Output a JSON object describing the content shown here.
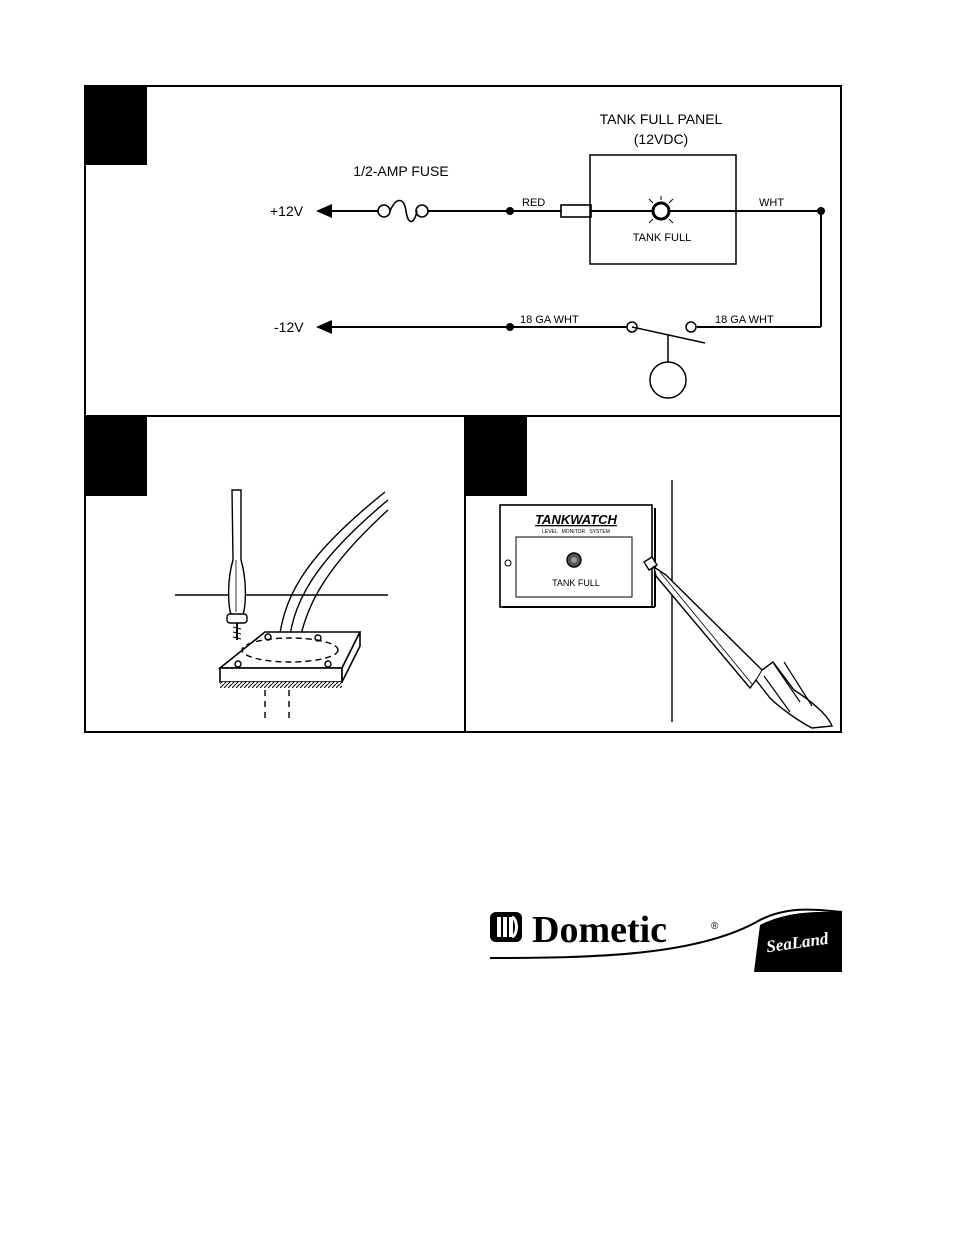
{
  "wiring_diagram": {
    "panel_title_line1": "TANK FULL PANEL",
    "panel_title_line2": "(12VDC)",
    "fuse_label": "1/2-AMP FUSE",
    "positive_label": "+12V",
    "negative_label": "-12V",
    "red_wire_label": "RED",
    "white_wire_label": "WHT",
    "lamp_label": "TANK FULL",
    "wire_label_left": "18 GA WHT",
    "wire_label_right": "18 GA WHT"
  },
  "panel_illustration": {
    "brand": "TANKWATCH",
    "subtitle": "LEVEL   MONITOR   SYSTEM",
    "indicator_label": "TANK FULL"
  },
  "footer_logo": {
    "brand": "Dometic",
    "registered": "®",
    "secondary_brand": "SeaLand"
  }
}
